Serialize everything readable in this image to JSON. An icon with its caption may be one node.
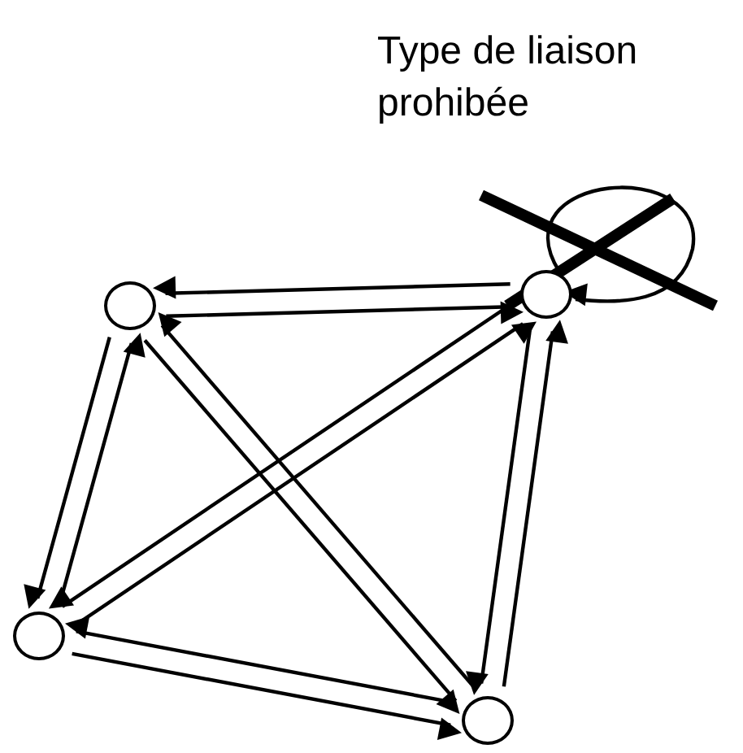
{
  "diagram": {
    "nodes": [
      {
        "text": [],
        "shape": "circle"
      },
      {
        "text": [],
        "shape": "circle"
      },
      {
        "text": [],
        "shape": "circle"
      },
      {
        "text": [],
        "shape": "circle"
      }
    ],
    "edges": [
      {
        "from": 0,
        "to": 1,
        "arrow": "to"
      },
      {
        "from": 1,
        "to": 0,
        "arrow": "to"
      },
      {
        "from": 0,
        "to": 2,
        "arrow": "to"
      },
      {
        "from": 2,
        "to": 0,
        "arrow": "to"
      },
      {
        "from": 0,
        "to": 3,
        "arrow": "to"
      },
      {
        "from": 3,
        "to": 0,
        "arrow": "to"
      },
      {
        "from": 2,
        "to": 1,
        "arrow": "to"
      },
      {
        "from": 1,
        "to": 2,
        "arrow": "to"
      },
      {
        "from": 1,
        "to": 3,
        "arrow": "to"
      },
      {
        "from": 3,
        "to": 1,
        "arrow": "to"
      },
      {
        "from": 2,
        "to": 3,
        "arrow": "to"
      },
      {
        "from": 3,
        "to": 2,
        "arrow": "to"
      },
      {
        "from": 1,
        "to": 1,
        "arrow": "to"
      }
    ],
    "labels": [
      "Type de liaison prohibée"
    ]
  }
}
